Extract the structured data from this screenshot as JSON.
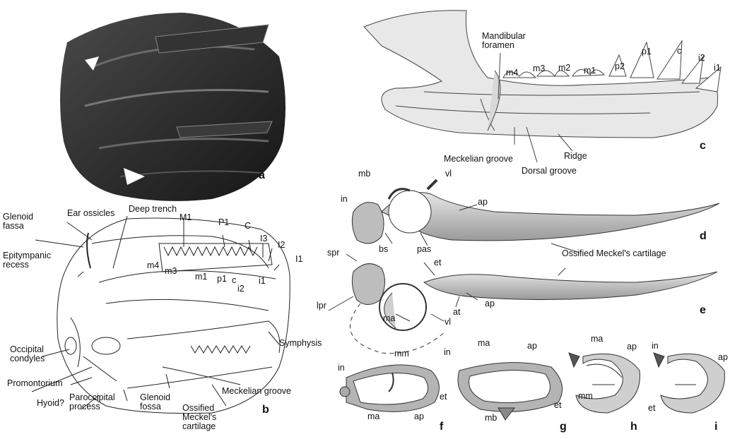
{
  "panels": {
    "a": {
      "letter": "a"
    },
    "b": {
      "letter": "b",
      "labels": {
        "glenoid_fassa": "Glenoid\nfassa",
        "ear_ossicles": "Ear ossicles",
        "deep_trench": "Deep trench",
        "M1": "M1",
        "P1": "P1",
        "C": "C",
        "I3": "I3",
        "I2": "I2",
        "I1": "I1",
        "epitympanic_recess": "Epitympanic\nrecess",
        "m4": "m4",
        "m3": "m3",
        "m1": "m1",
        "p1": "p1",
        "c": "c",
        "i2": "i2",
        "i1": "i1",
        "symphysis": "Symphysis",
        "occipital_condyles": "Occipital\ncondyles",
        "promontorium": "Promontorium",
        "hyoid": "Hyoid?",
        "paroccipital_process": "Paroccipital\nprocess",
        "glenoid_fossa": "Glenoid\nfossa",
        "ossified_meckels": "Ossified\nMeckel's\ncartilage",
        "meckelian_groove": "Meckelian groove"
      }
    },
    "c": {
      "letter": "c",
      "labels": {
        "mandibular_foramen": "Mandibular\nforamen",
        "m4": "m4",
        "m3": "m3",
        "m2": "m2",
        "m1": "m1",
        "p2": "p2",
        "p1": "p1",
        "c": "c",
        "i2": "i2",
        "i1": "i1",
        "meckelian_groove": "Meckelian groove",
        "ridge": "Ridge",
        "dorsal_groove": "Dorsal groove"
      }
    },
    "d": {
      "letter": "d",
      "labels": {
        "mb": "mb",
        "vl": "vl",
        "in": "in",
        "ap": "ap",
        "bs": "bs",
        "pas": "pas",
        "ossified_meckels": "Ossified Meckel's cartilage"
      }
    },
    "e": {
      "letter": "e",
      "labels": {
        "spr": "spr",
        "et": "et",
        "lpr": "lpr",
        "at": "at",
        "ap": "ap",
        "ma": "ma",
        "vl": "vl"
      }
    },
    "f": {
      "letter": "f",
      "labels": {
        "in": "in",
        "mm": "mm",
        "ma": "ma",
        "ap": "ap",
        "et": "et"
      }
    },
    "g": {
      "letter": "g",
      "labels": {
        "in": "in",
        "ma": "ma",
        "ap": "ap",
        "et": "et",
        "mb": "mb"
      }
    },
    "h": {
      "letter": "h",
      "labels": {
        "ma": "ma",
        "ap": "ap",
        "mm": "mm",
        "et": "et"
      }
    },
    "i": {
      "letter": "i",
      "labels": {
        "in": "in",
        "ap": "ap"
      }
    }
  },
  "colors": {
    "fossil": "#2a2a2a",
    "bone": "#c9c9c9",
    "line": "#222222"
  }
}
